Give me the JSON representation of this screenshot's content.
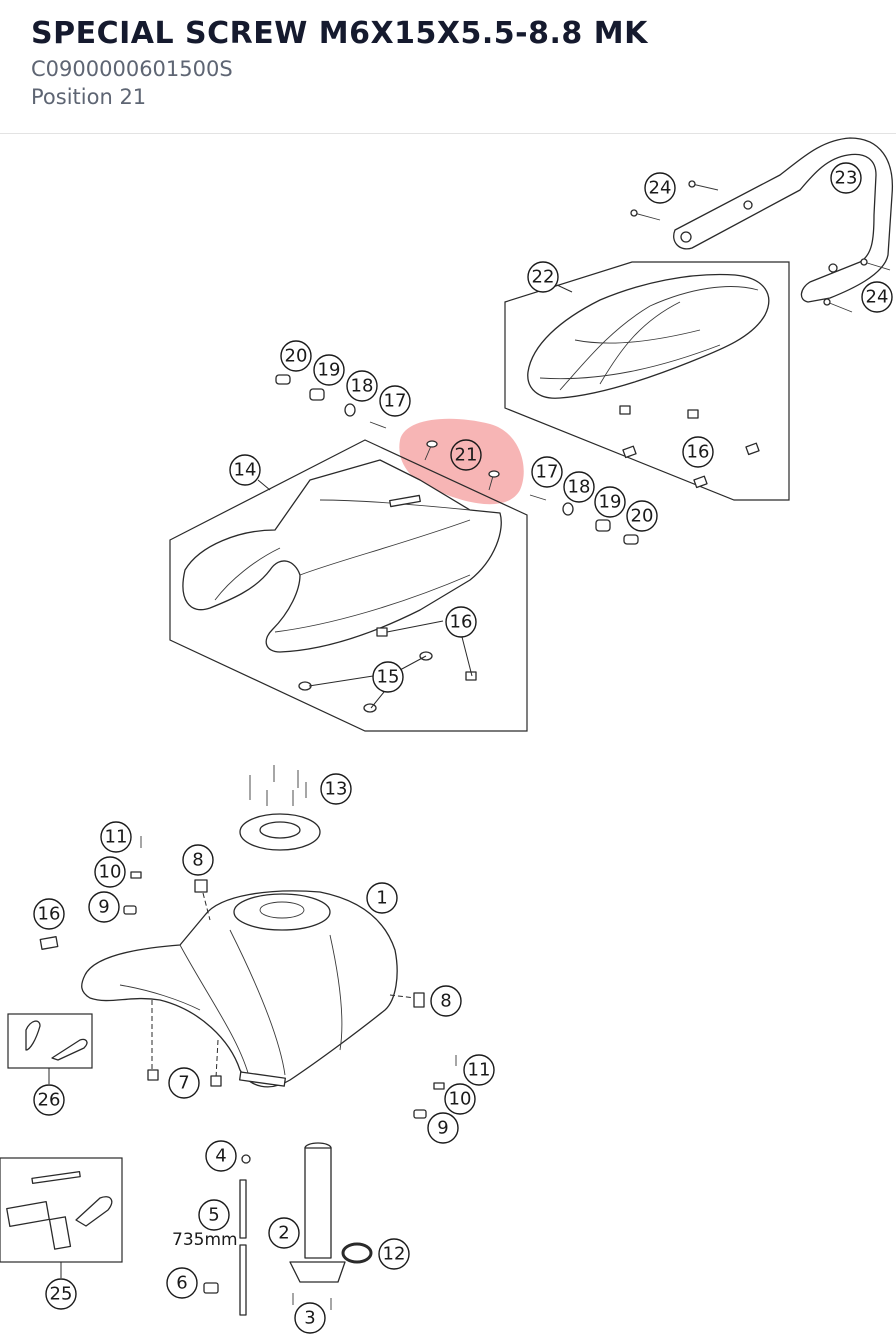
{
  "header": {
    "title": "SPECIAL SCREW M6X15X5.5-8.8 MK",
    "part_number": "C0900000601500S",
    "position": "Position 21"
  },
  "diagram": {
    "highlight_color": "#f6a8a8",
    "highlighted_position": "21",
    "callouts": [
      "1",
      "2",
      "3",
      "4",
      "5",
      "6",
      "7",
      "8",
      "8",
      "9",
      "9",
      "10",
      "10",
      "11",
      "11",
      "12",
      "13",
      "14",
      "15",
      "16",
      "16",
      "16",
      "17",
      "17",
      "18",
      "18",
      "19",
      "19",
      "20",
      "20",
      "21",
      "22",
      "23",
      "24",
      "24",
      "25",
      "26"
    ],
    "dimension_label": "735mm"
  }
}
